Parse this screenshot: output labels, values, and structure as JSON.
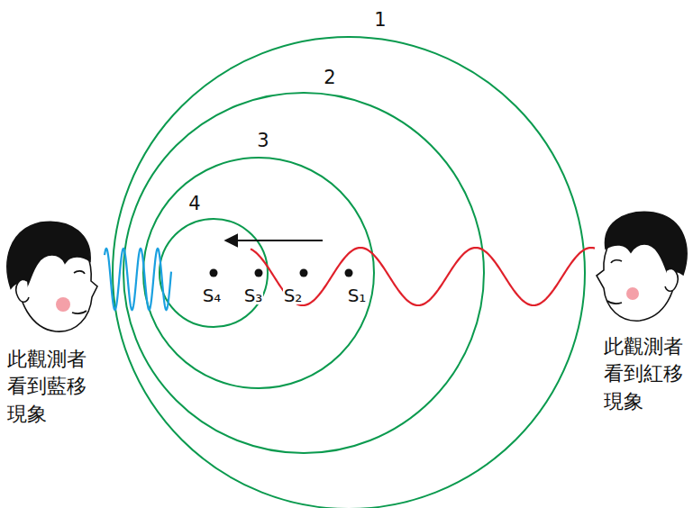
{
  "diagram": {
    "labels": [
      "1",
      "2",
      "3",
      "4",
      "S₄",
      "S₃",
      "S₂",
      "S₁",
      "此觀測者 看到藍移 現象",
      "此觀測者 看到紅移 現象"
    ]
  }
}
